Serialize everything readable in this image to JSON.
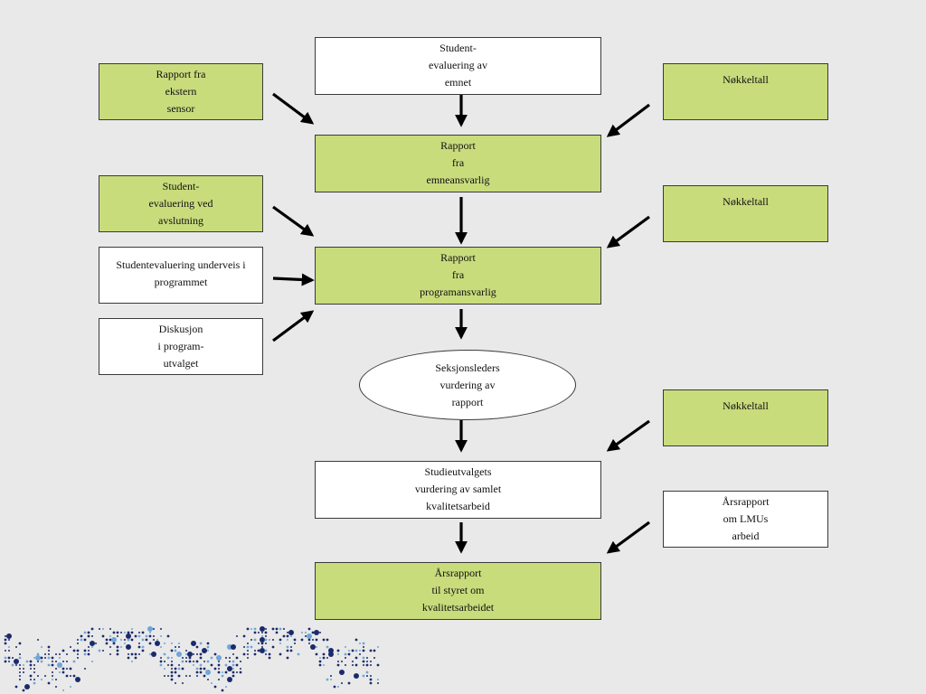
{
  "colors": {
    "background": "#e9e9e9",
    "green_box": "#c8dc7c",
    "white_box": "#ffffff",
    "border": "#3a3a3a",
    "arrow": "#000000",
    "dot_dark": "#1a2a6c",
    "dot_light": "#6fa6d8"
  },
  "boxes": {
    "student_evaluering_emnet": [
      "Student-",
      "evaluering av",
      "emnet"
    ],
    "rapport_ekstern_sensor": [
      "Rapport fra",
      "ekstern",
      "sensor"
    ],
    "nokkeltall_1": [
      "Nøkkeltall"
    ],
    "rapport_emneansvarlig": [
      "Rapport",
      "fra",
      "emneansvarlig"
    ],
    "student_evaluering_avslutning": [
      "Student-",
      "evaluering ved",
      "avslutning"
    ],
    "nokkeltall_2": [
      "Nøkkeltall"
    ],
    "studentevaluering_underveis": [
      "Studentevaluering underveis i",
      "programmet"
    ],
    "rapport_programansvarlig": [
      "Rapport",
      "fra",
      "programansvarlig"
    ],
    "diskusjon_programutvalget": [
      "Diskusjon",
      "i program-",
      "utvalget"
    ],
    "seksjonsleders_vurdering": [
      "Seksjonsleders",
      "vurdering av",
      "rapport"
    ],
    "nokkeltall_3": [
      "Nøkkeltall"
    ],
    "studieutvalgets_vurdering": [
      "Studieutvalgets",
      "vurdering av samlet",
      "kvalitetsarbeid"
    ],
    "arsrapport_lmu": [
      "Årsrapport",
      "om LMUs",
      "arbeid"
    ],
    "arsrapport_styret": [
      "Årsrapport",
      "til styret om",
      "kvalitetsarbeidet"
    ]
  }
}
